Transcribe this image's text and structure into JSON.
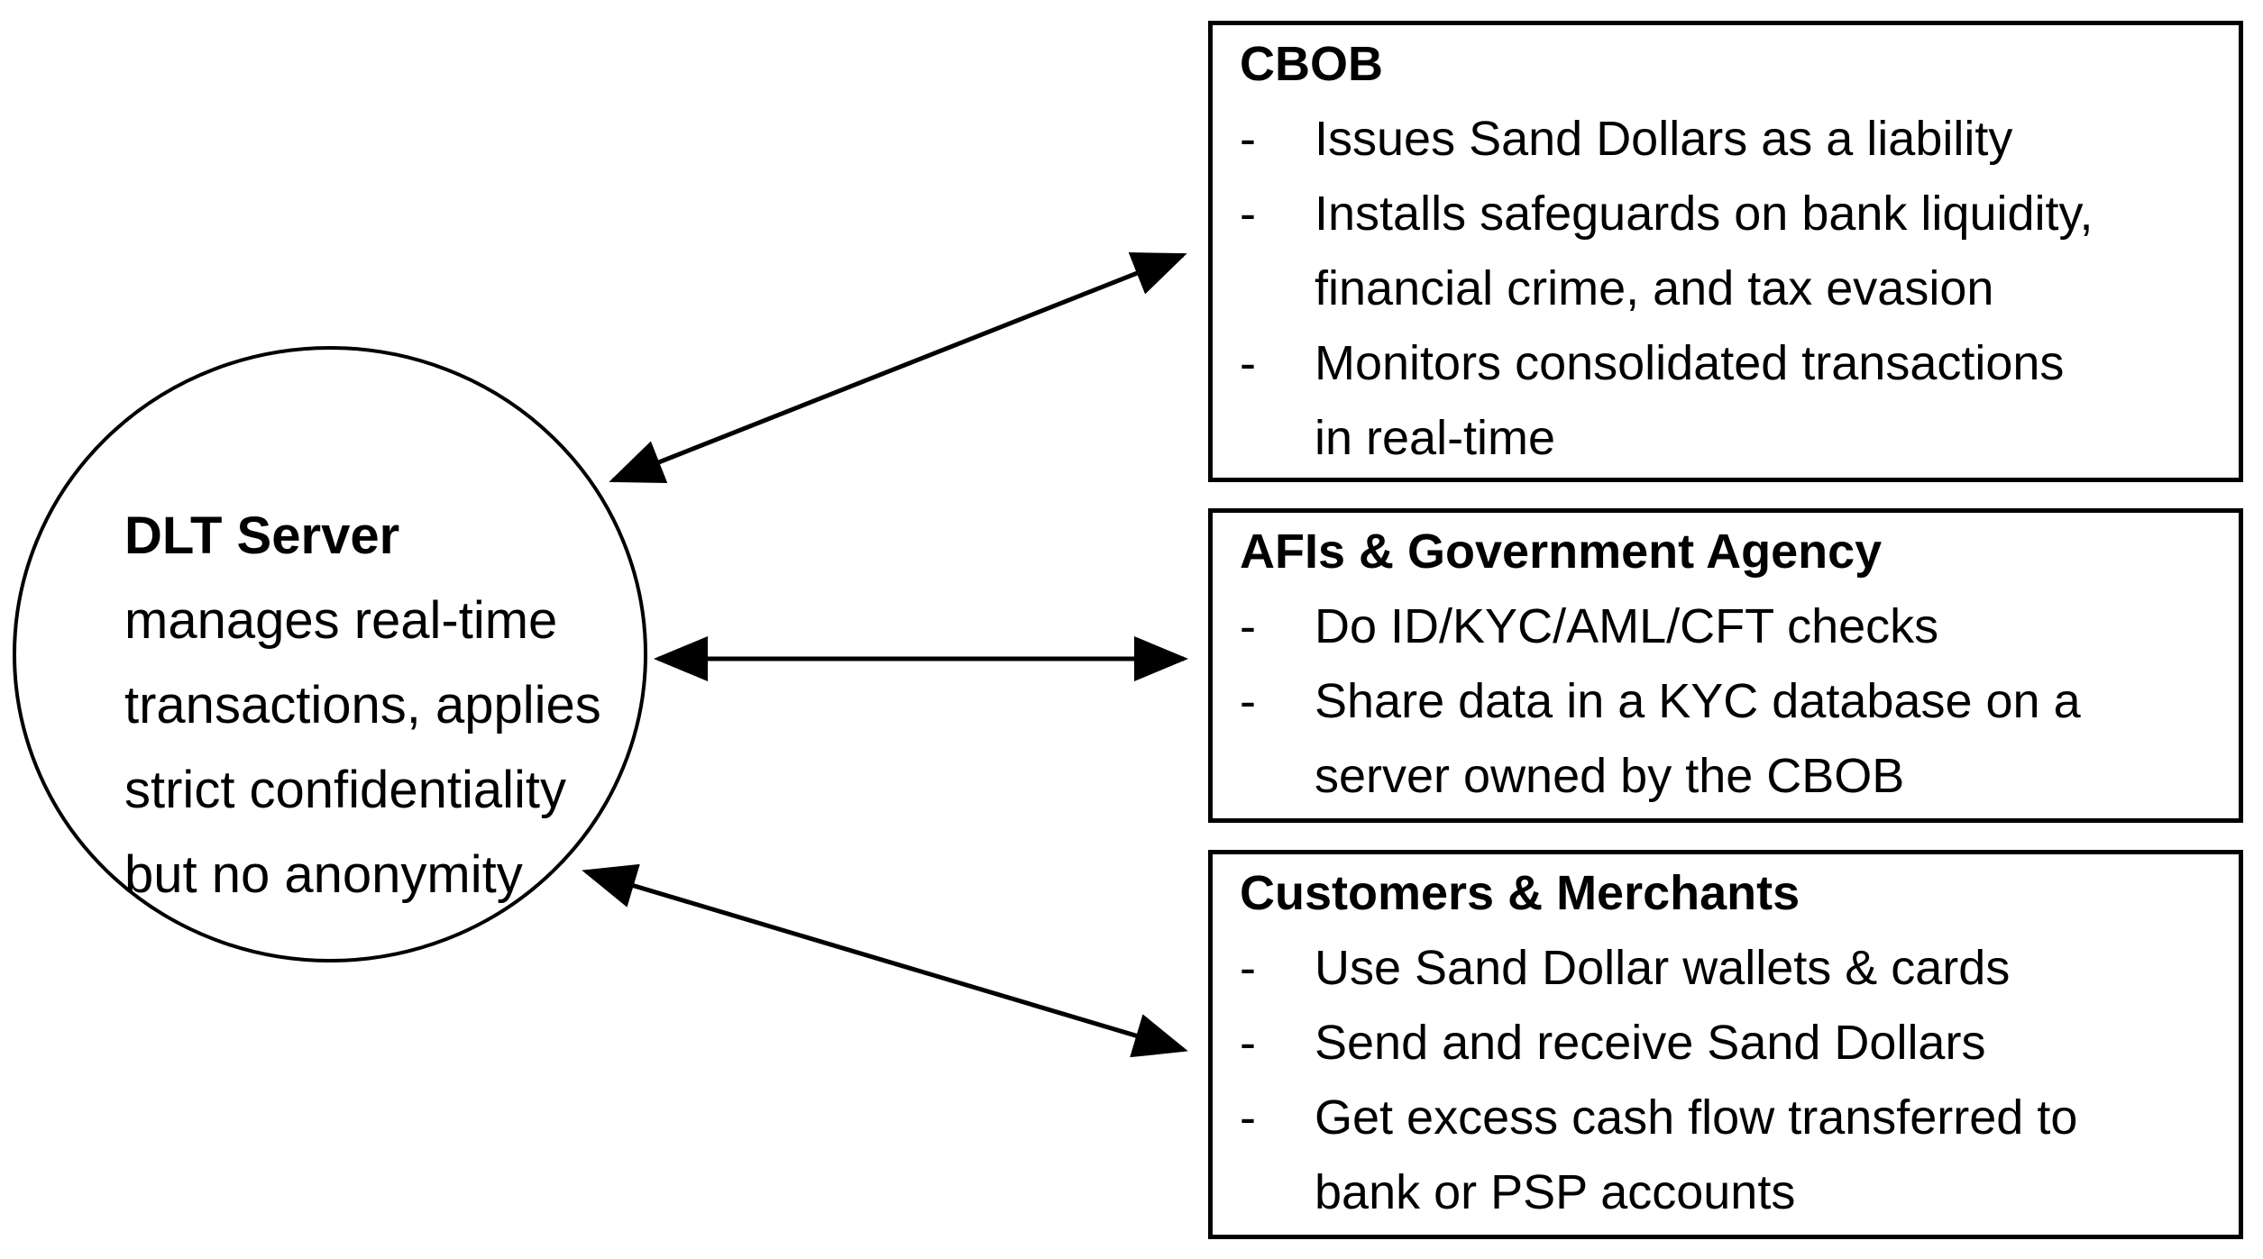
{
  "diagram": {
    "bullet_marker": "-",
    "node": {
      "title": "DLT Server",
      "description": "manages real-time transactions, applies strict confidentiality but no anonymity"
    },
    "boxes": [
      {
        "title": "CBOB",
        "bullets": [
          "Issues Sand Dollars as a liability",
          "Installs safeguards on bank liquidity, financial crime, and tax evasion",
          "Monitors consolidated transactions in real-time"
        ]
      },
      {
        "title": "AFIs & Government Agency",
        "bullets": [
          "Do ID/KYC/AML/CFT checks",
          "Share data in a KYC database on a server owned by the CBOB"
        ]
      },
      {
        "title": "Customers & Merchants",
        "bullets": [
          "Use Sand Dollar wallets & cards",
          "Send and receive Sand Dollars",
          "Get excess cash flow transferred to bank or PSP accounts"
        ]
      }
    ],
    "connections": [
      {
        "from": "DLT Server",
        "to": "CBOB",
        "type": "bidirectional-arrow"
      },
      {
        "from": "DLT Server",
        "to": "AFIs & Government Agency",
        "type": "bidirectional-arrow"
      },
      {
        "from": "DLT Server",
        "to": "Customers & Merchants",
        "type": "bidirectional-arrow"
      }
    ],
    "colors": {
      "stroke": "#000000",
      "text": "#000000",
      "background": "#ffffff"
    }
  }
}
